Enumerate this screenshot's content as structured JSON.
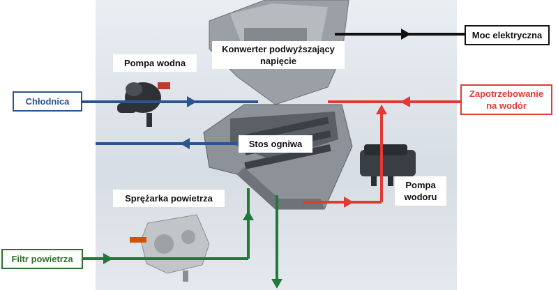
{
  "labels": {
    "chlodnica": "Chłodnica",
    "pompa_wodna": "Pompa wodna",
    "konwerter_line1": "Konwerter podwyższający",
    "konwerter_line2": "napięcie",
    "moc_elektryczna": "Moc elektryczna",
    "zapotrzebowanie_line1": "Zapotrzebowanie",
    "zapotrzebowanie_line2": "na wodór",
    "stos_ogniwa": "Stos ogniwa",
    "pompa_wodoru_line1": "Pompa",
    "pompa_wodoru_line2": "wodoru",
    "sprezarka": "Sprężarka powietrza",
    "filtr_powietrza": "Filtr powietrza"
  },
  "colors": {
    "blue": "#2a5591",
    "red": "#e03a33",
    "green": "#1f7a3a",
    "black": "#111111",
    "box_blue_border": "#2a5591",
    "box_red_border": "#e03a33",
    "box_green_border": "#2f6e2f",
    "box_black_border": "#111111"
  }
}
